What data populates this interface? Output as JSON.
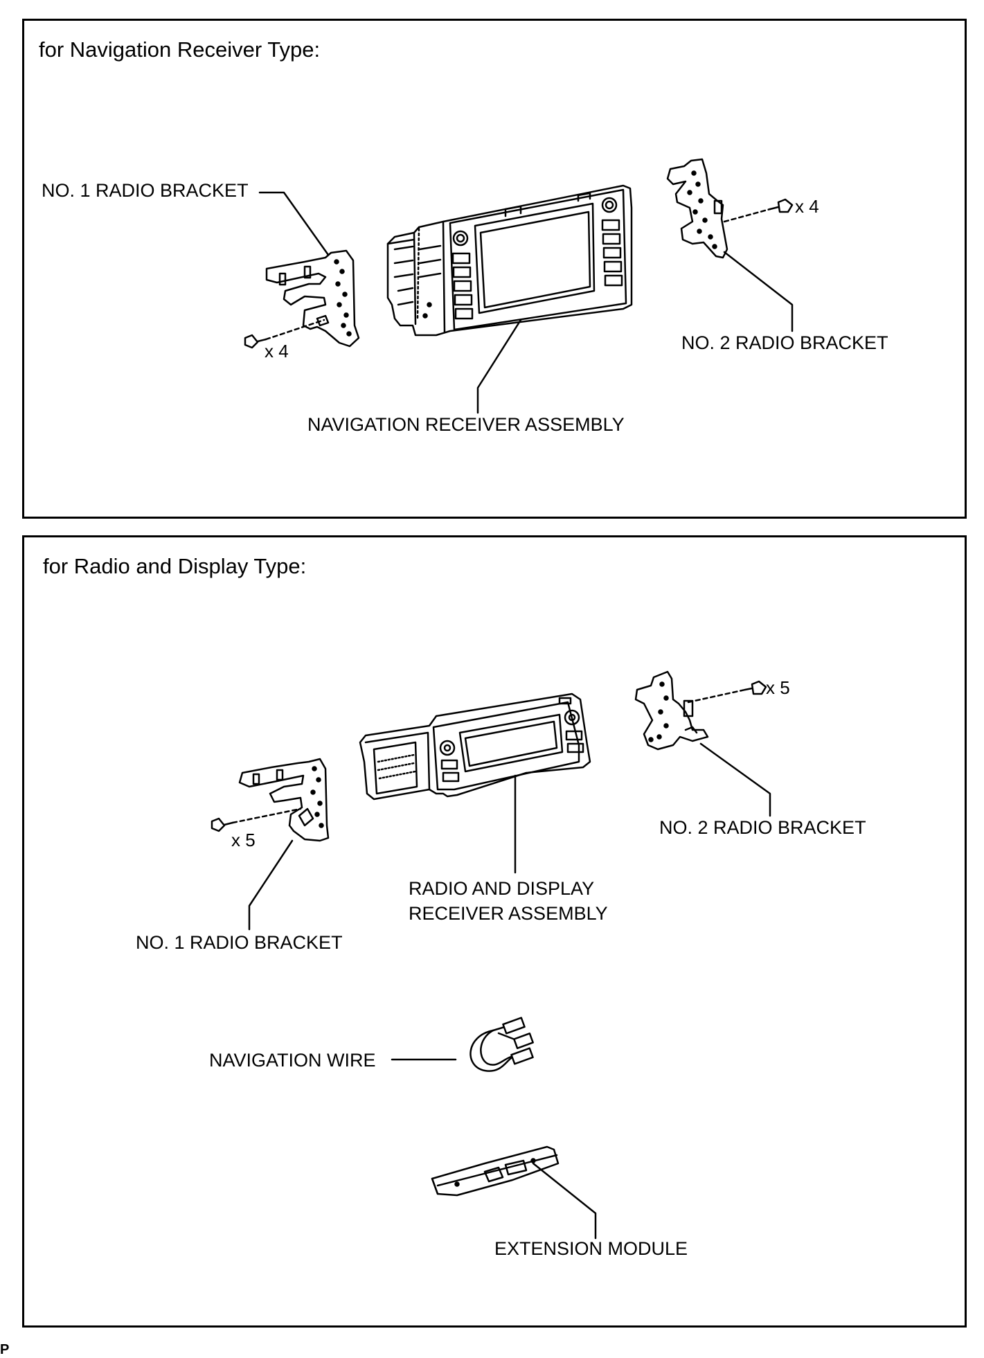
{
  "panels": [
    {
      "heading": "for Navigation Receiver Type:",
      "labels": {
        "no1_bracket": "NO. 1 RADIO BRACKET",
        "no2_bracket": "NO. 2 RADIO BRACKET",
        "receiver": "NAVIGATION RECEIVER ASSEMBLY",
        "qty_left": "x 4",
        "qty_right": "x 4"
      }
    },
    {
      "heading": "for Radio and Display Type:",
      "labels": {
        "no1_bracket": "NO. 1 RADIO BRACKET",
        "no2_bracket": "NO. 2 RADIO BRACKET",
        "receiver_line1": "RADIO AND DISPLAY",
        "receiver_line2": "RECEIVER ASSEMBLY",
        "qty_left": "x 5",
        "qty_right": "x 5",
        "nav_wire": "NAVIGATION WIRE",
        "extension_module": "EXTENSION MODULE"
      }
    }
  ],
  "corner_mark": "P"
}
